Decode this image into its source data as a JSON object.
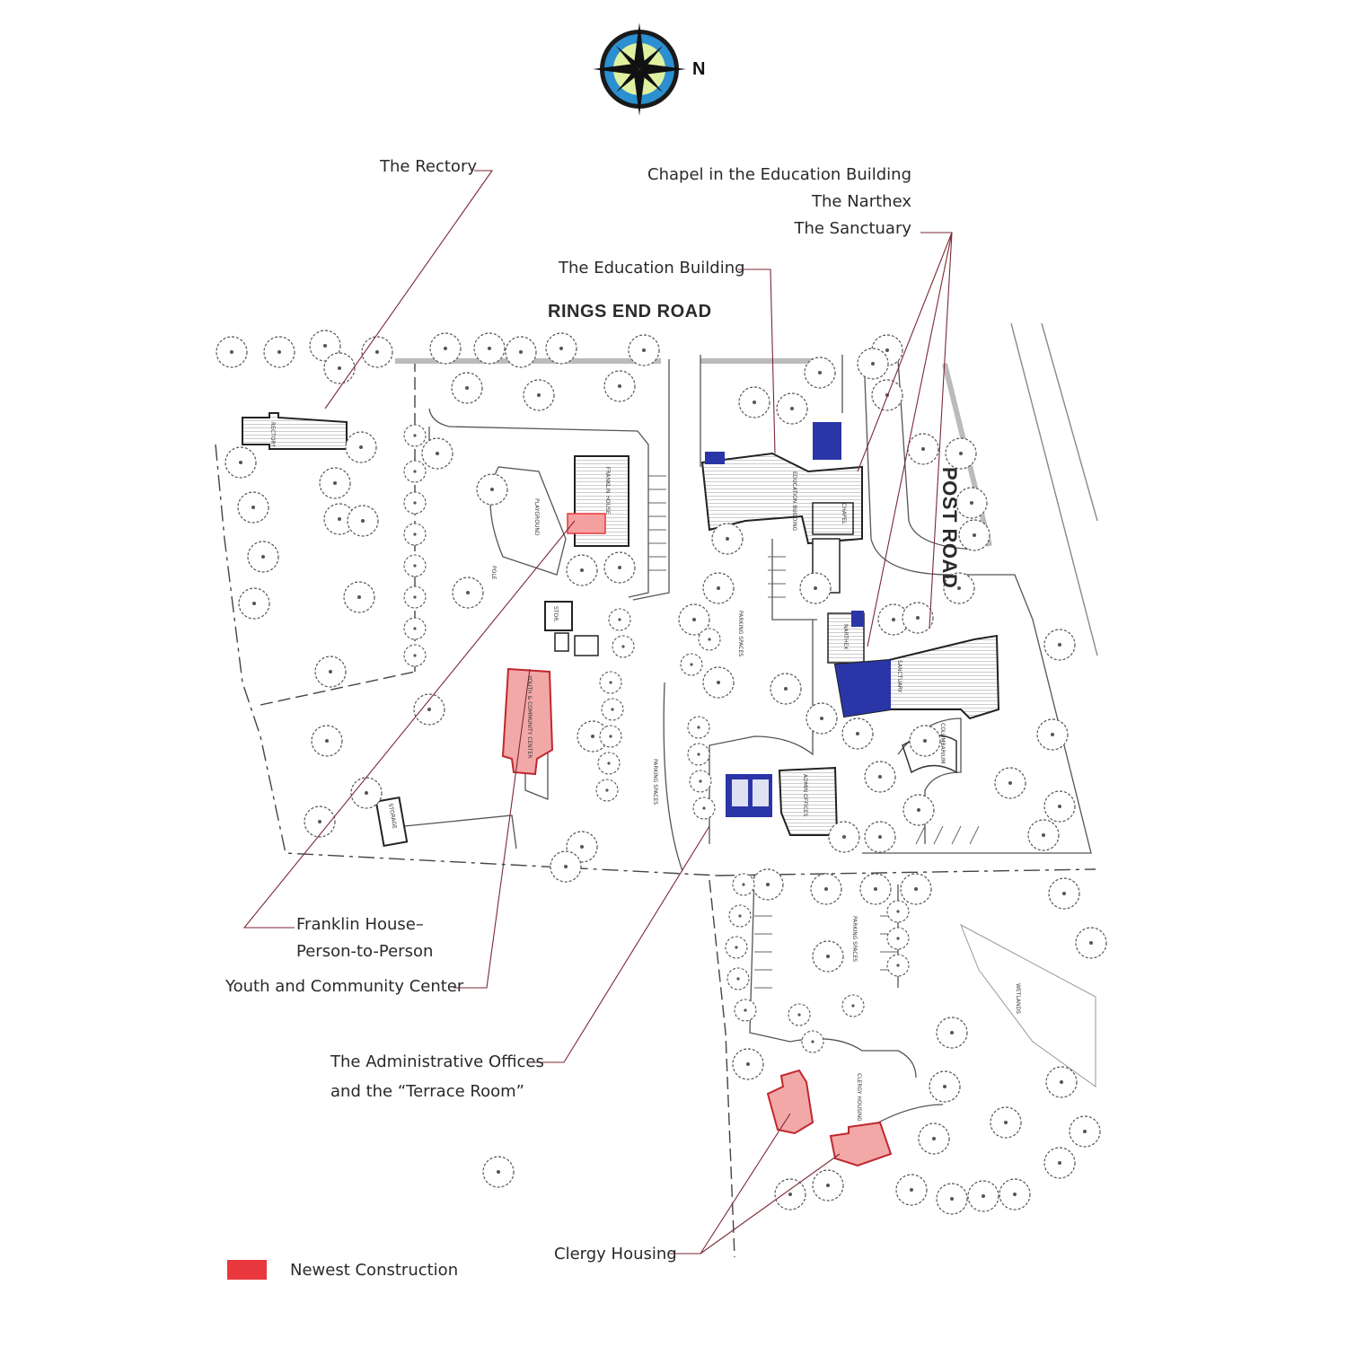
{
  "compass": {
    "label": "N",
    "icon": "compass-rose-icon"
  },
  "roads": {
    "rings_end": "RINGS END ROAD",
    "post": "POST ROAD"
  },
  "callouts": {
    "rectory": "The Rectory",
    "chapel": "Chapel in the Education Building",
    "narthex": "The Narthex",
    "sanctuary": "The Sanctuary",
    "education": "The Education Building",
    "franklin_1": "Franklin House–",
    "franklin_2": "Person-to-Person",
    "youth": "Youth and Community Center",
    "admin_1": "The Administrative Offices",
    "admin_2": "and the “Terrace Room”",
    "clergy": "Clergy Housing"
  },
  "legend": {
    "label": "Newest Construction",
    "color": "#e8383d"
  },
  "plan_labels": {
    "rectory": "RECTORY",
    "franklin": "FRANKLIN HOUSE",
    "playground": "PLAYGROUND",
    "education": "EDUCATION BUILDING",
    "chapel": "CHAPEL",
    "narthex": "NARTHEX",
    "sanctuary": "SANCTUARY",
    "columbarium": "COLUMBARIUM",
    "youth": "YOUTH & COMMUNITY CENTER",
    "storage": "STORAGE",
    "stor": "STOR.",
    "admin": "ADMIN OFFICES",
    "parking": "PARKING SPACES",
    "wetlands": "WETLANDS",
    "clergy": "CLERGY HOUSING",
    "pole": "POLE"
  },
  "colors": {
    "new_construction": "#e8383d",
    "existing_blue": "#2a35a8",
    "leader_line": "#7a2a35",
    "compass_outer": "#2b8fd0",
    "compass_inner": "#dff1a0"
  }
}
